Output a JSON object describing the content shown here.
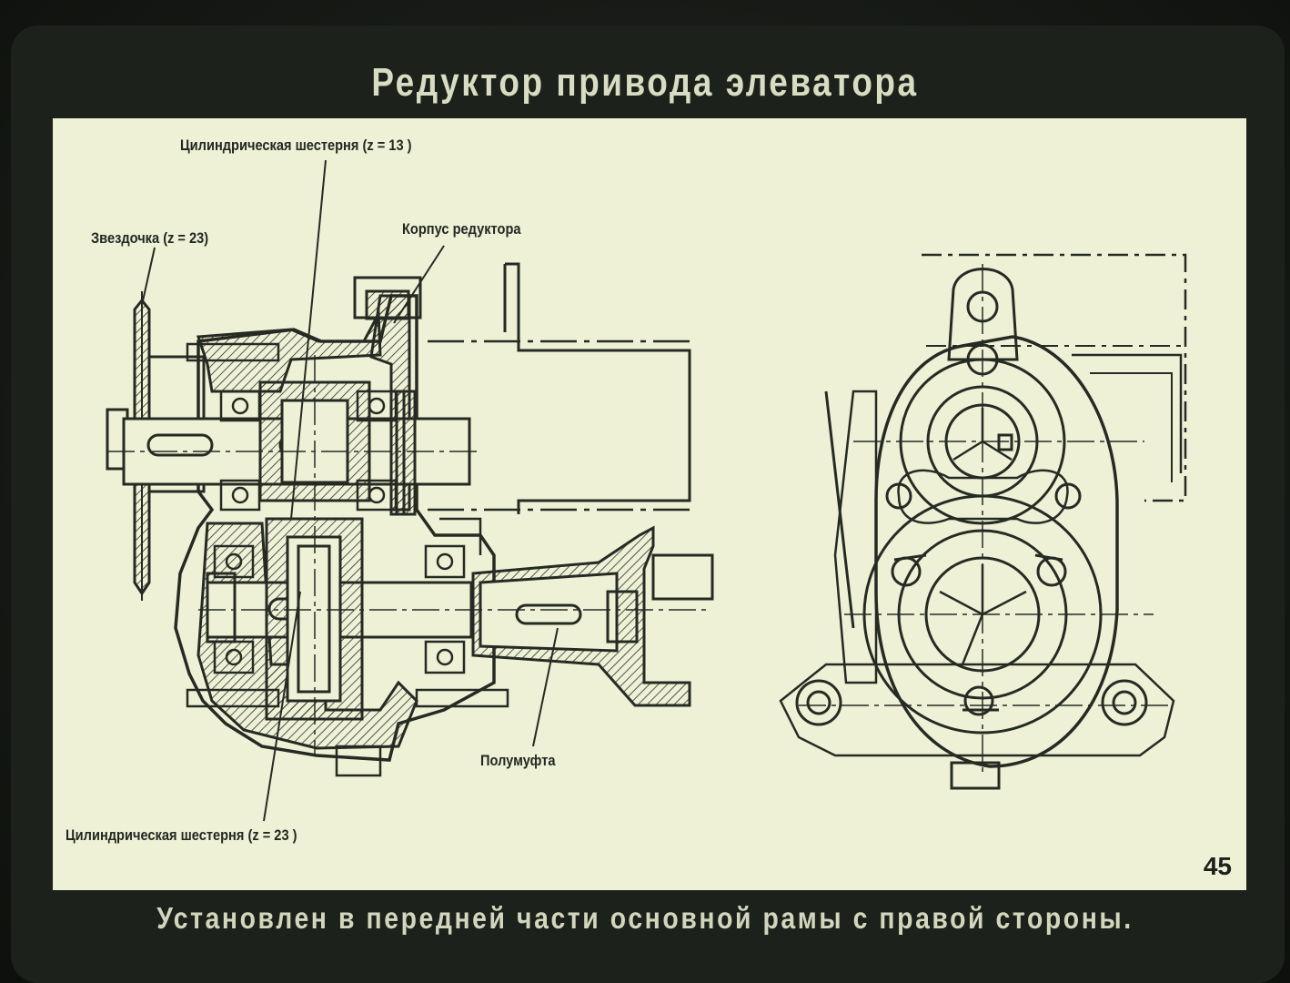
{
  "slide": {
    "title": "Редуктор привода элеватора",
    "caption": "Установлен в передней части основной рамы с правой стороны.",
    "page_number": "45"
  },
  "labels": {
    "gear_z13": "Цилиндрическая шестерня (z = 13 )",
    "sprocket": "Звездочка (z = 23)",
    "housing": "Корпус редуктора",
    "half_coupling": "Полумуфта",
    "gear_z23": "Цилиндрическая шестерня (z = 23 )"
  },
  "colors": {
    "background": "#0b0c0b",
    "panel": "#eef1d6",
    "ink": "#232722",
    "title_text": "#d8dcc2"
  }
}
